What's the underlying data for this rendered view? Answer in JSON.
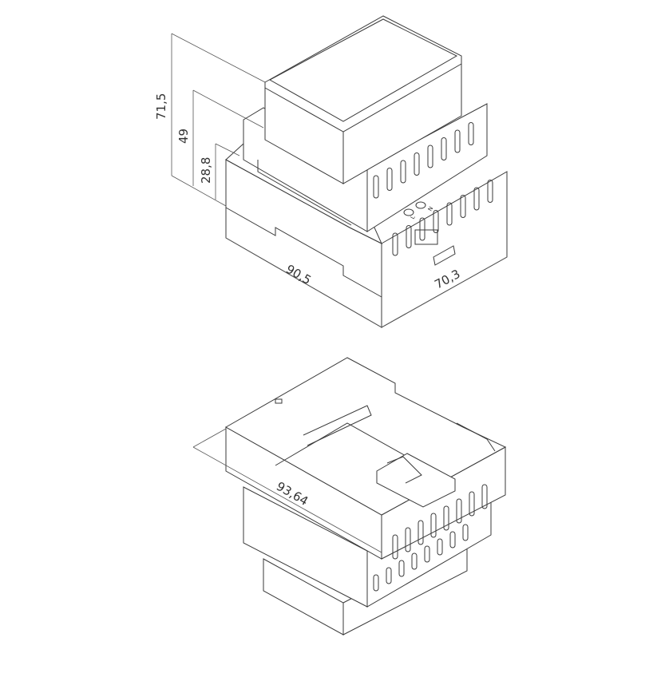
{
  "top_view": {
    "dimensions": {
      "overall_height": "71,5",
      "middle_height": "49",
      "base_height": "28,8",
      "length": "90,5",
      "width": "70,3"
    },
    "terminal_labels": [
      "L",
      "N"
    ]
  },
  "bottom_view": {
    "dimensions": {
      "depth": "93,64"
    }
  }
}
